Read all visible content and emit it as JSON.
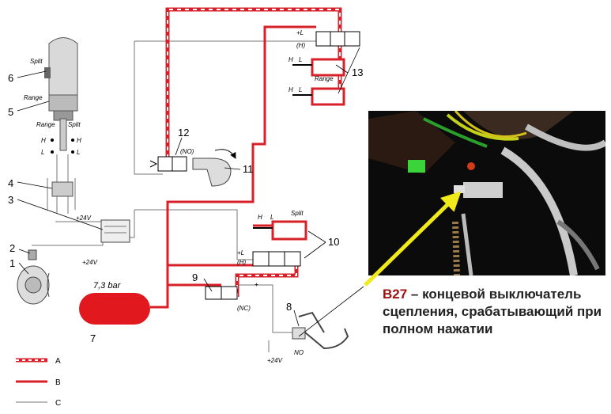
{
  "diagram": {
    "pressure": "7,3 bar",
    "voltage": "+24V",
    "part_numbers": {
      "n1": "1",
      "n2": "2",
      "n3": "3",
      "n4": "4",
      "n5": "5",
      "n6": "6",
      "n7": "7",
      "n8": "8",
      "n9": "9",
      "n10": "10",
      "n11": "11",
      "n12": "12",
      "n13": "13"
    },
    "lever_labels": {
      "split": "Split",
      "range": "Range",
      "h": "H",
      "l": "L"
    },
    "valve_labels": {
      "plus_l": "+L",
      "h_paren": "(H)",
      "no": "(NO)",
      "nc": "(NC)",
      "no_plain": "NO",
      "plus": "+",
      "range": "Range",
      "split": "Split"
    },
    "legend": [
      {
        "label": "A"
      },
      {
        "label": "B"
      },
      {
        "label": "C"
      }
    ]
  },
  "caption": {
    "code": "B27",
    "text": " – концевой выключатель сцепления, срабатывающий при полном нажатии"
  },
  "colors": {
    "line_red": "#d8202a",
    "tank_red": "#e1191f",
    "arrow_yellow": "#f1ea1a",
    "caption_code": "#a01010"
  }
}
